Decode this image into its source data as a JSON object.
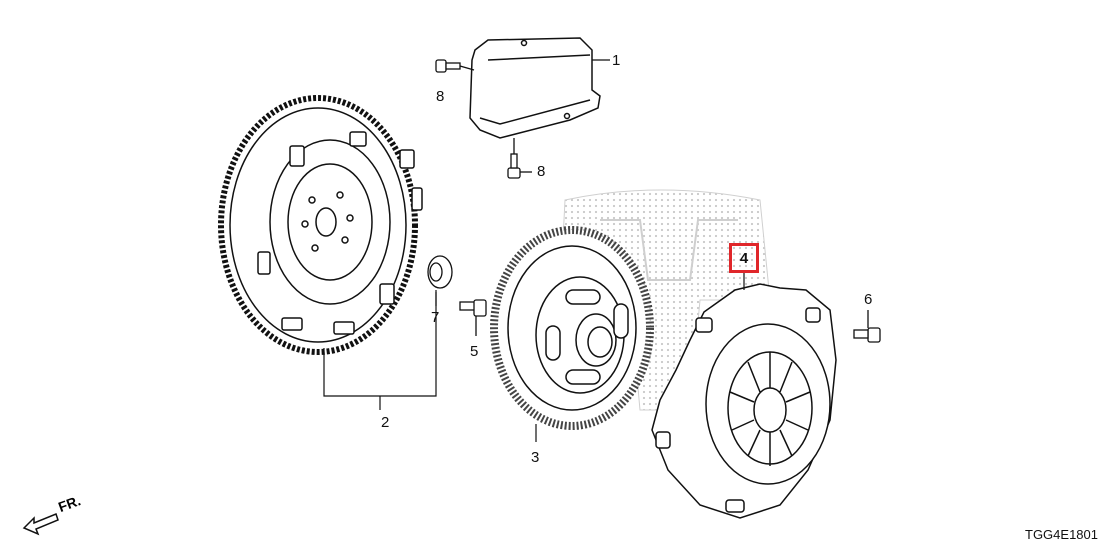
{
  "callouts": {
    "c1": "1",
    "c2": "2",
    "c3": "3",
    "c4": "4",
    "c5": "5",
    "c6": "6",
    "c7": "7",
    "c8a": "8",
    "c8b": "8"
  },
  "direction_label": "FR.",
  "diagram_code": "TGG4E1801",
  "colors": {
    "highlight_box": "#e0262a",
    "line": "#111111",
    "watermark": "#d8d8d8"
  }
}
